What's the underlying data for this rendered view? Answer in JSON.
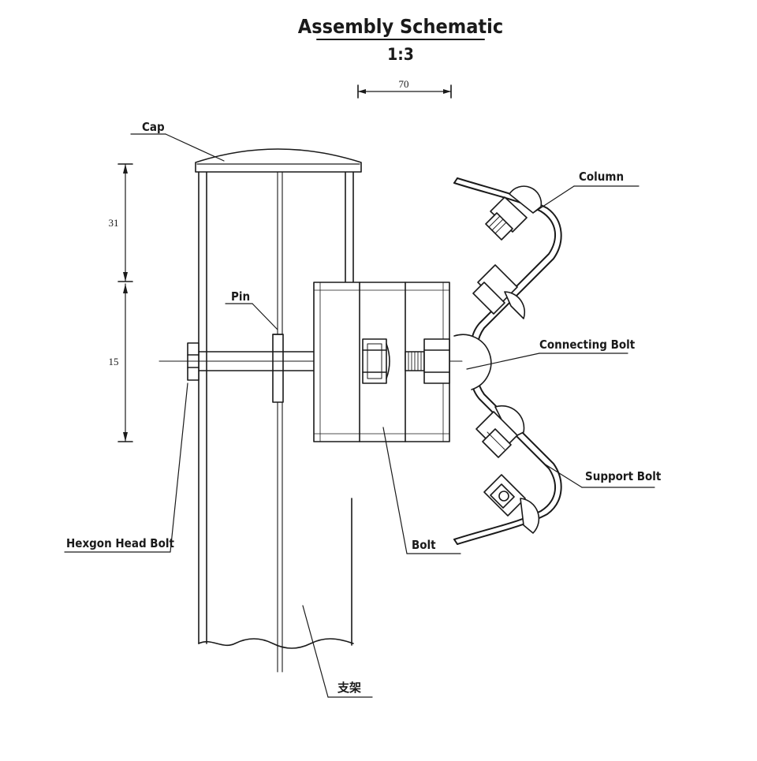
{
  "title": "Assembly Schematic",
  "scale": "1:3",
  "dimensions": {
    "width_top": "70",
    "upper_height": "31",
    "lower_height": "15"
  },
  "labels": {
    "cap": "Cap",
    "pin": "Pin",
    "column": "Column",
    "connecting_bolt": "Connecting Bolt",
    "support_bolt": "Support Bolt",
    "bolt": "Bolt",
    "hex_head_bolt": "Hexgon Head Bolt",
    "bracket": "支架"
  },
  "colors": {
    "line": "#1a1a1a",
    "paper": "#ffffff"
  }
}
